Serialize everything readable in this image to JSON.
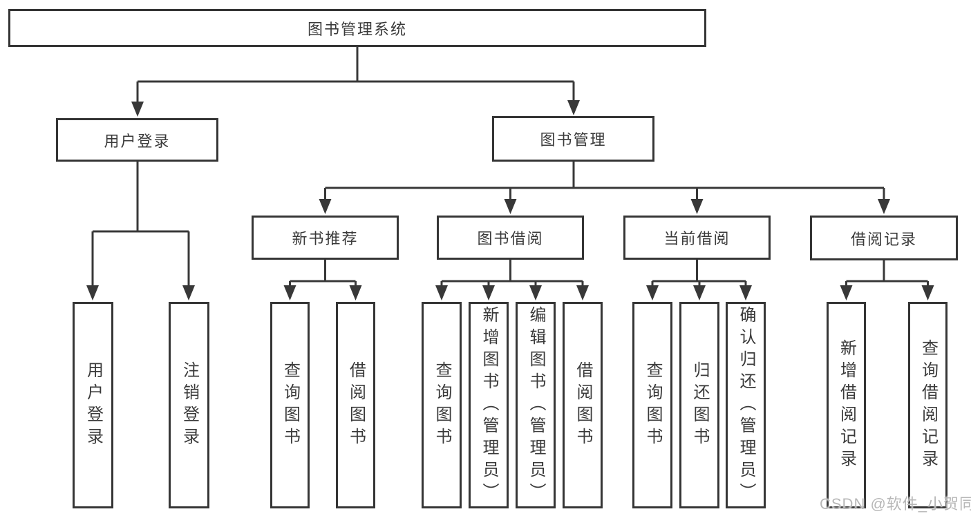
{
  "diagram": {
    "root": {
      "label": "图书管理系统",
      "children": [
        {
          "label": "用户登录",
          "children": [
            {
              "label": "用户登录"
            },
            {
              "label": "注销登录"
            }
          ]
        },
        {
          "label": "图书管理",
          "children": [
            {
              "label": "新书推荐",
              "children": [
                {
                  "label": "查询图书"
                },
                {
                  "label": "借阅图书"
                }
              ]
            },
            {
              "label": "图书借阅",
              "children": [
                {
                  "label": "查询图书"
                },
                {
                  "label": "新增图书（管理员）"
                },
                {
                  "label": "编辑图书（管理员）"
                },
                {
                  "label": "借阅图书"
                }
              ]
            },
            {
              "label": "当前借阅",
              "children": [
                {
                  "label": "查询图书"
                },
                {
                  "label": "归还图书"
                },
                {
                  "label": "确认归还（管理员）"
                }
              ]
            },
            {
              "label": "借阅记录",
              "children": [
                {
                  "label": "新增借阅记录"
                },
                {
                  "label": "查询借阅记录"
                }
              ]
            }
          ]
        }
      ]
    },
    "watermark": "CSDN @软件_小贺同学"
  },
  "colors": {
    "line": "#383838",
    "text": "#3a3a3a",
    "background": "#ffffff",
    "watermark": "#b7b7b7"
  }
}
